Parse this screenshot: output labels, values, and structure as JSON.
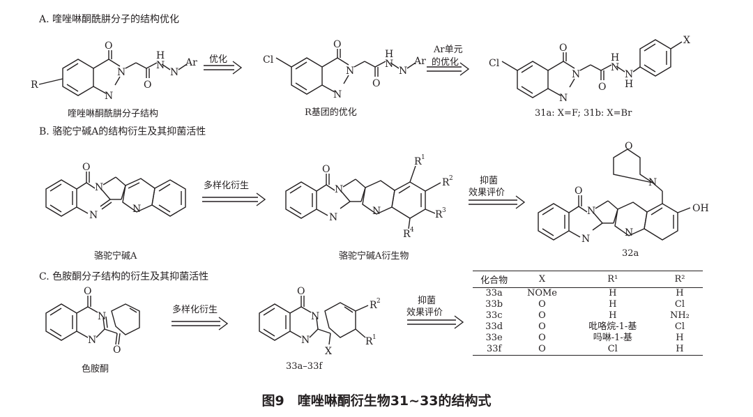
{
  "sections": {
    "a": "A. 喹唑啉酮酰肼分子的结构优化",
    "b": "B. 骆驼宁碱A的结构衍生及其抑菌活性",
    "c": "C. 色胺酮分子结构的衍生及其抑菌活性"
  },
  "arrows": {
    "a1": "优化",
    "a2_line1": "Ar单元",
    "a2_line2": "的优化",
    "b1": "多样化衍生",
    "b2_line1": "抑菌",
    "b2_line2": "效果评价",
    "c1": "多样化衍生",
    "c2_line1": "抑菌",
    "c2_line2": "效果评价"
  },
  "labels": {
    "a_mol1": "喹唑啉酮酰肼分子结构",
    "a_mol2": "R基团的优化",
    "a_mol3": "31a: X=F; 31b: X=Br",
    "b_mol1": "骆驼宁碱A",
    "b_mol2": "骆驼宁碱A衍生物",
    "b_mol3": "32a",
    "c_mol1": "色胺酮",
    "c_mol2": "33a–33f"
  },
  "atoms": {
    "O": "O",
    "N": "N",
    "H": "H",
    "Ar": "Ar",
    "R": "R",
    "Cl": "Cl",
    "X": "X",
    "OH": "OH",
    "R1": "R",
    "R2": "R",
    "R3": "R",
    "R4": "R",
    "sup1": "1",
    "sup2": "2",
    "sup3": "3",
    "sup4": "4"
  },
  "table": {
    "headers": [
      "化合物",
      "X",
      "R¹",
      "R²"
    ],
    "rows": [
      [
        "33a",
        "NOMe",
        "H",
        "H"
      ],
      [
        "33b",
        "O",
        "H",
        "Cl"
      ],
      [
        "33c",
        "O",
        "H",
        "NH₂"
      ],
      [
        "33d",
        "O",
        "吡咯烷-1-基",
        "Cl"
      ],
      [
        "33e",
        "O",
        "吗啉-1-基",
        "H"
      ],
      [
        "33f",
        "O",
        "Cl",
        "H"
      ]
    ]
  },
  "caption": "图9　喹唑啉酮衍生物31~33的结构式"
}
